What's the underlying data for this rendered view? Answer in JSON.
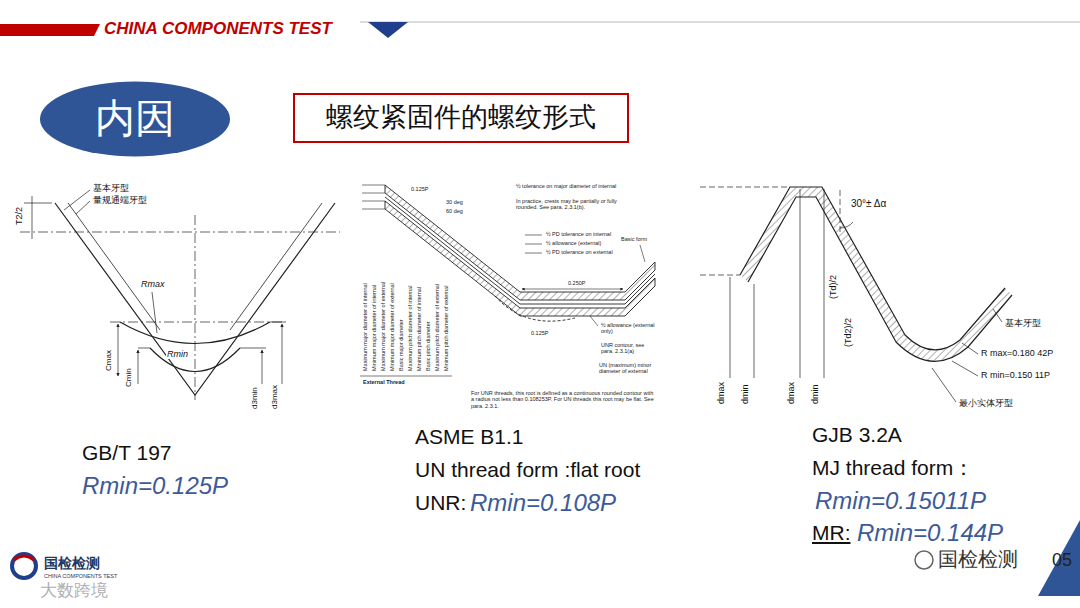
{
  "diagram": {
    "nodes": [
      {
        "text": [
          "内因"
        ]
      },
      {
        "text": [
          "螺纹紧固件的螺纹形式"
        ]
      }
    ],
    "labels": [
      "CHINA COMPONENTS TEST",
      "T2/2",
      "基本牙型",
      "量规通端牙型",
      "Rmax",
      "Rmin",
      "Cmax",
      "Cmin",
      "d3min",
      "d3max",
      "½ tolerance on major diameter of internal",
      "In practice, crests may be partially or fully rounded. See para. 2.3.1(b).",
      "0.125P",
      "30 deg",
      "60 deg",
      "½ PD tolerance on internal",
      "½ allowance (external)",
      "½ PD tolerance on external",
      "Basic form",
      "0.250P",
      "½ allowance (external only)",
      "UNR contour, see para. 2.3.1(a)",
      "UN (maximum) minor diameter of external",
      "0.125P",
      "External Thread",
      "For UNR threads, this root is defined as a continuous rounded contour with a radius not less than 0.108253P. For UN threads this root may be flat. See para. 2.3.1.",
      "Maximum major diameter of internal",
      "Minimum major diameter of internal",
      "Maximum major diameter of external",
      "Minimum major diameter of external",
      "Basic major diameter",
      "Maximum pitch diameter of internal",
      "Minimum pitch diameter of internal",
      "Basic pitch diameter",
      "Maximum pitch diameter of external",
      "Minimum pitch diameter of external",
      "30°± Δα",
      "(Td)/2",
      "(Td2)/2",
      "基本牙型",
      "R max=0.180 42P",
      "R min=0.150 11P",
      "最小实体牙型",
      "dmax",
      "dmin",
      "dmax",
      "dmin",
      "GB/T 197",
      "Rmin=0.125P",
      "ASME B1.1",
      "UN thread form :flat root",
      "UNR:",
      "Rmin=0.108P",
      "GJB 3.2A",
      "MJ thread form：",
      "Rmin=0.15011P",
      "MR:",
      "Rmin=0.144P",
      "国检检测",
      "CHINA COMPONENTS TEST",
      "大数跨境",
      "国检检测",
      "05"
    ]
  }
}
